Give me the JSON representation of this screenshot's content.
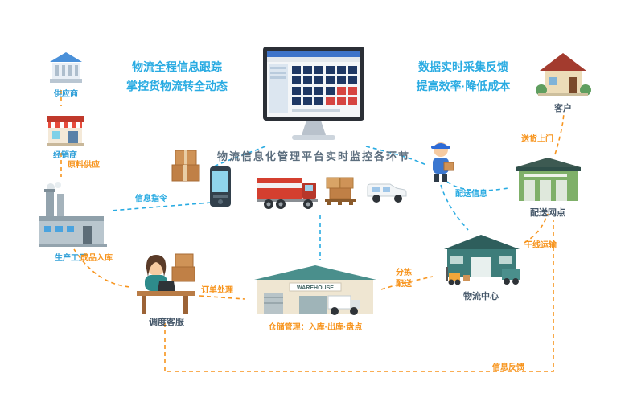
{
  "banners": {
    "left_line1": "物流全程信息跟踪",
    "left_line2": "掌控货物流转全动态",
    "right_line1": "数据实时采集反馈",
    "right_line2": "提高效率·降低成本",
    "center_caption": "物流信息化管理平台实时监控各环节"
  },
  "nodes": {
    "supplier_bank": "供应商",
    "supplier_store": "经销商",
    "factory": "生产工厂",
    "customer_house": "客户",
    "delivery_station": "配送网点",
    "logistics_center": "物流中心",
    "warehouse_label": "仓储管理：入库·出库·盘点",
    "warehouse_sign": "WAREHOUSE",
    "operator": "调度客服"
  },
  "edge_labels": {
    "raw_material": "原料供应",
    "info_command": "信息指令",
    "finished_goods": "成品入库",
    "order_processing": "订单处理",
    "sorting": "分拣",
    "delivery": "配送",
    "delivery_info": "配送信息",
    "line_haul": "干线运输",
    "door_delivery": "送货上门",
    "feedback": "信息反馈"
  },
  "colors": {
    "info_blue": "#29abe2",
    "flow_orange": "#f7941d"
  }
}
